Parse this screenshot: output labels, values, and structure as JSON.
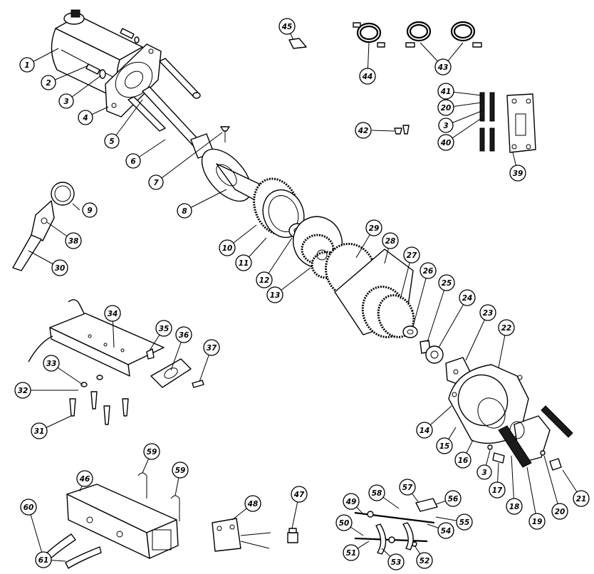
{
  "diagram": {
    "callouts": [
      {
        "id": "c1",
        "label": "1"
      },
      {
        "id": "c2",
        "label": "2"
      },
      {
        "id": "c3a",
        "label": "3"
      },
      {
        "id": "c4",
        "label": "4"
      },
      {
        "id": "c5",
        "label": "5"
      },
      {
        "id": "c6",
        "label": "6"
      },
      {
        "id": "c7",
        "label": "7"
      },
      {
        "id": "c8",
        "label": "8"
      },
      {
        "id": "c9",
        "label": "9"
      },
      {
        "id": "c10",
        "label": "10"
      },
      {
        "id": "c11",
        "label": "11"
      },
      {
        "id": "c12",
        "label": "12"
      },
      {
        "id": "c13",
        "label": "13"
      },
      {
        "id": "c14",
        "label": "14"
      },
      {
        "id": "c15",
        "label": "15"
      },
      {
        "id": "c16",
        "label": "16"
      },
      {
        "id": "c3b",
        "label": "3"
      },
      {
        "id": "c17",
        "label": "17"
      },
      {
        "id": "c18",
        "label": "18"
      },
      {
        "id": "c19",
        "label": "19"
      },
      {
        "id": "c20b",
        "label": "20"
      },
      {
        "id": "c21",
        "label": "21"
      },
      {
        "id": "c22",
        "label": "22"
      },
      {
        "id": "c23",
        "label": "23"
      },
      {
        "id": "c24",
        "label": "24"
      },
      {
        "id": "c25",
        "label": "25"
      },
      {
        "id": "c26",
        "label": "26"
      },
      {
        "id": "c27",
        "label": "27"
      },
      {
        "id": "c28",
        "label": "28"
      },
      {
        "id": "c29",
        "label": "29"
      },
      {
        "id": "c30",
        "label": "30"
      },
      {
        "id": "c31",
        "label": "31"
      },
      {
        "id": "c32",
        "label": "32"
      },
      {
        "id": "c33",
        "label": "33"
      },
      {
        "id": "c34",
        "label": "34"
      },
      {
        "id": "c35",
        "label": "35"
      },
      {
        "id": "c36",
        "label": "36"
      },
      {
        "id": "c37",
        "label": "37"
      },
      {
        "id": "c38",
        "label": "38"
      },
      {
        "id": "c39",
        "label": "39"
      },
      {
        "id": "c40",
        "label": "40"
      },
      {
        "id": "c41",
        "label": "41"
      },
      {
        "id": "c20a",
        "label": "20"
      },
      {
        "id": "c3c",
        "label": "3"
      },
      {
        "id": "c42",
        "label": "42"
      },
      {
        "id": "c43",
        "label": "43"
      },
      {
        "id": "c44",
        "label": "44"
      },
      {
        "id": "c45",
        "label": "45"
      },
      {
        "id": "c46",
        "label": "46"
      },
      {
        "id": "c47",
        "label": "47"
      },
      {
        "id": "c48",
        "label": "48"
      },
      {
        "id": "c49",
        "label": "49"
      },
      {
        "id": "c50",
        "label": "50"
      },
      {
        "id": "c51",
        "label": "51"
      },
      {
        "id": "c52",
        "label": "52"
      },
      {
        "id": "c53",
        "label": "53"
      },
      {
        "id": "c54",
        "label": "54"
      },
      {
        "id": "c55",
        "label": "55"
      },
      {
        "id": "c56",
        "label": "56"
      },
      {
        "id": "c57",
        "label": "57"
      },
      {
        "id": "c58",
        "label": "58"
      },
      {
        "id": "c59a",
        "label": "59"
      },
      {
        "id": "c59b",
        "label": "59"
      },
      {
        "id": "c60",
        "label": "60"
      },
      {
        "id": "c61",
        "label": "61"
      }
    ]
  }
}
